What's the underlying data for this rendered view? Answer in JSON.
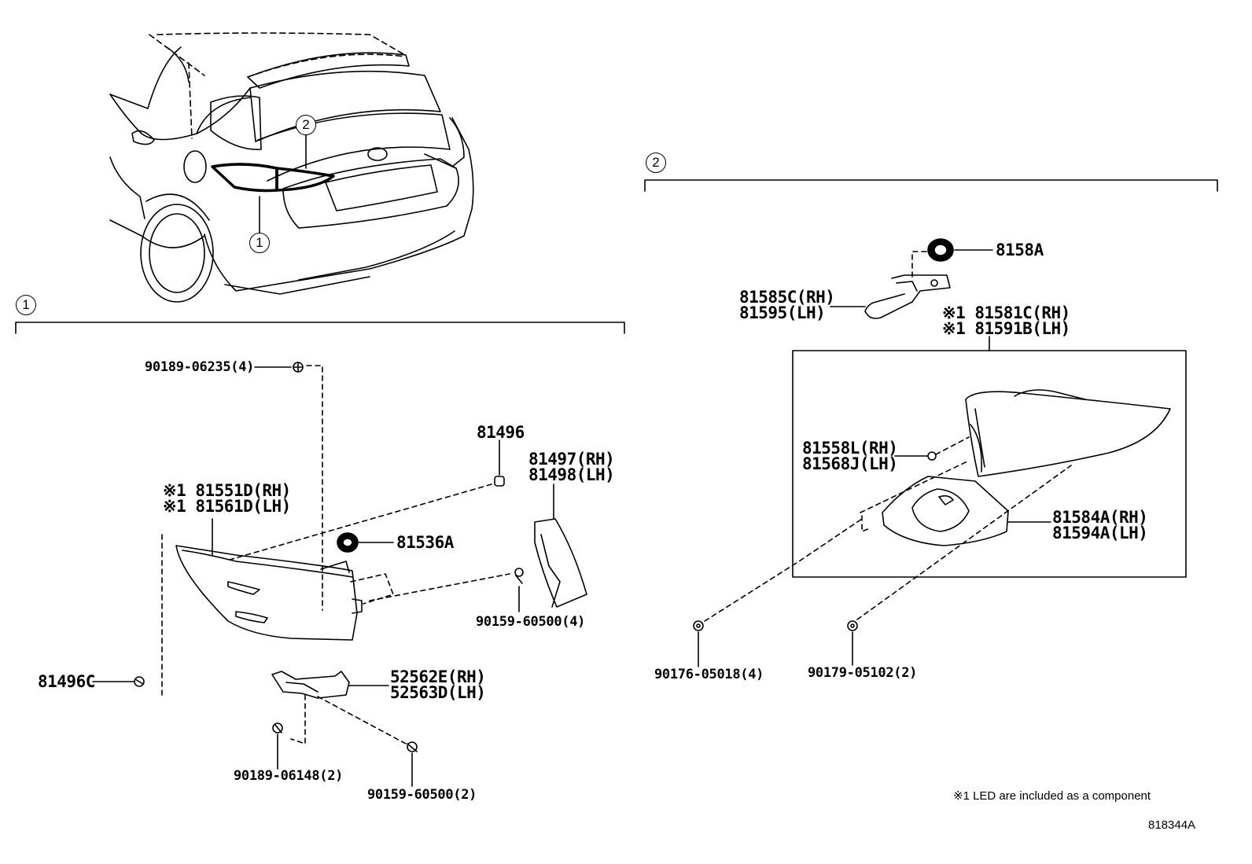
{
  "callouts": {
    "ref1": "1",
    "ref2": "2"
  },
  "section1": {
    "p_90189_06235": "90189-06235(4)",
    "p_81496": "81496",
    "p_81497": "81497(RH)",
    "p_81498": "81498(LH)",
    "p_81551D": "※1 81551D(RH)",
    "p_81561D": "※1 81561D(LH)",
    "p_81536A": "81536A",
    "p_90159_60500_4": "90159-60500(4)",
    "p_81496C": "81496C",
    "p_52562E": "52562E(RH)",
    "p_52563D": "52563D(LH)",
    "p_90189_06148": "90189-06148(2)",
    "p_90159_60500_2": "90159-60500(2)"
  },
  "section2": {
    "p_8158A": "8158A",
    "p_81585C": "81585C(RH)",
    "p_81595": "81595(LH)",
    "p_81581C": "※1 81581C(RH)",
    "p_81591B": "※1 81591B(LH)",
    "p_81558L": "81558L(RH)",
    "p_81568J": "81568J(LH)",
    "p_81584A": "81584A(RH)",
    "p_81594A": "81594A(LH)",
    "p_90176": "90176-05018(4)",
    "p_90179": "90179-05102(2)"
  },
  "footnote": "※1 LED are included as a component",
  "diagram_id": "818344A"
}
